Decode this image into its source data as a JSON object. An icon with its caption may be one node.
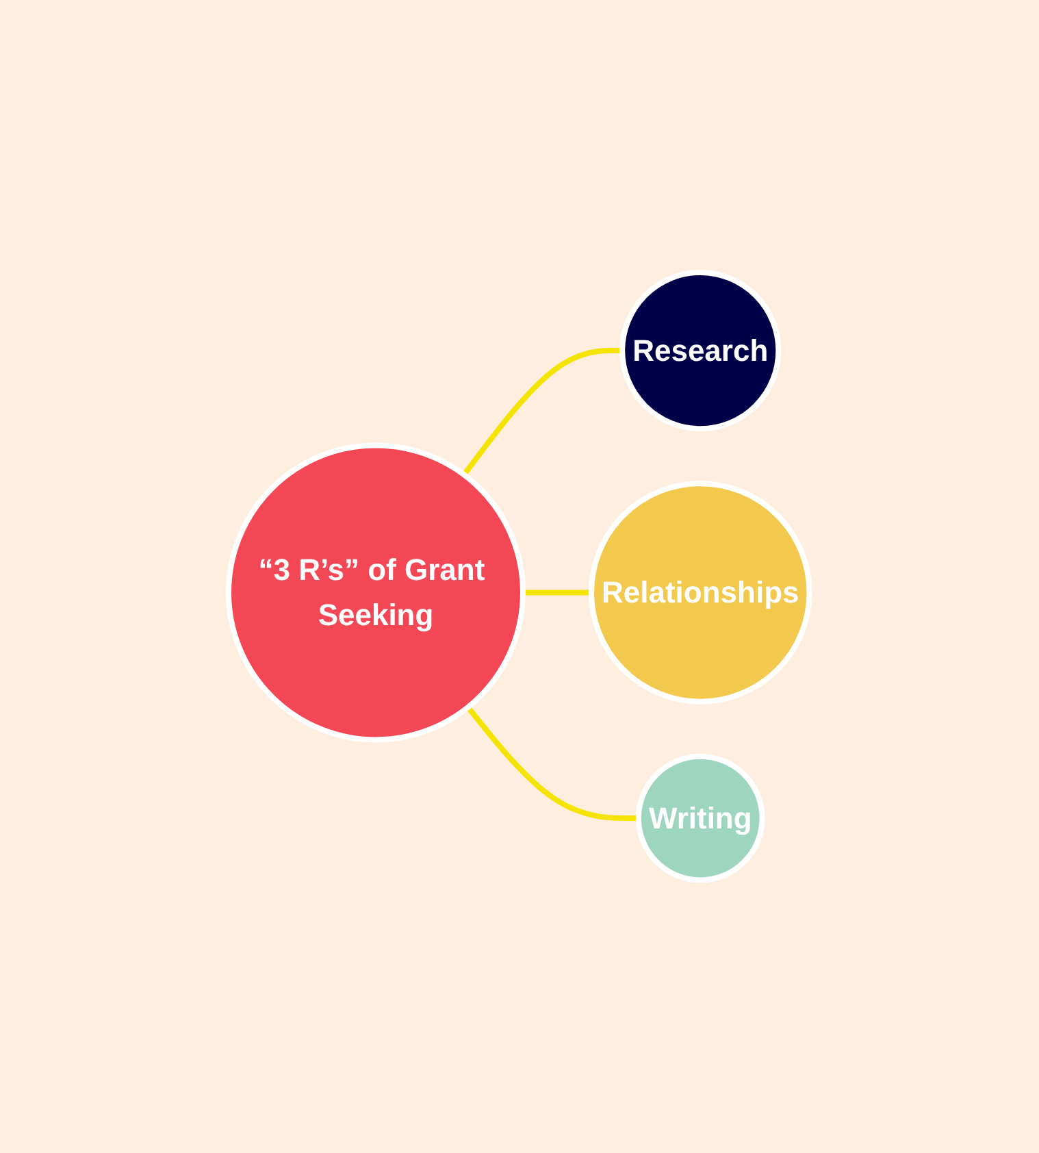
{
  "diagram": {
    "nodes": [
      {
        "text": [
          "“3 R’s” of Grant Seeking"
        ]
      },
      {
        "text": [
          "Research"
        ]
      },
      {
        "text": [
          "Relationships"
        ]
      },
      {
        "text": [
          "Writing"
        ]
      }
    ],
    "edges": [
      {
        "from": 0,
        "to": 1,
        "arrow": "none"
      },
      {
        "from": 0,
        "to": 2,
        "arrow": "none"
      },
      {
        "from": 0,
        "to": 3,
        "arrow": "none"
      }
    ]
  }
}
